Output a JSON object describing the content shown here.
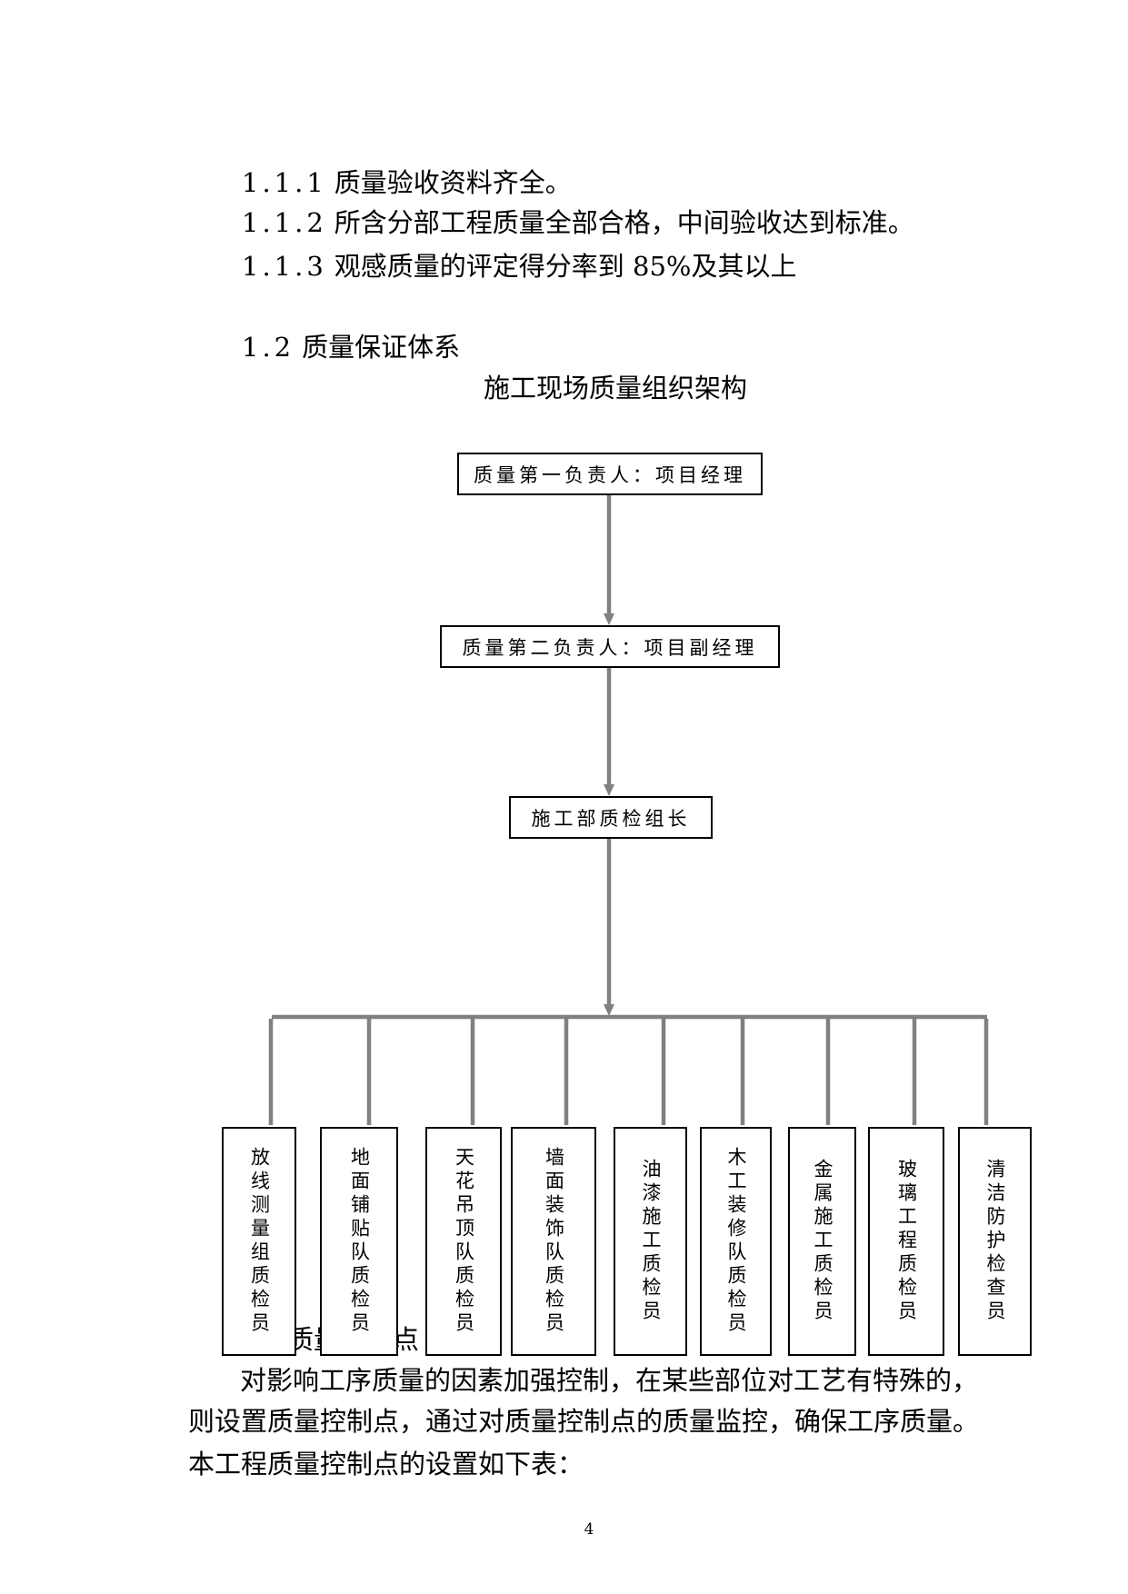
{
  "items": [
    {
      "num": "1.1.1",
      "text": "质量验收资料齐全。"
    },
    {
      "num": "1.1.2",
      "text": "所含分部工程质量全部合格，中间验收达到标准。"
    },
    {
      "num": "1.1.3",
      "text": "观感质量的评定得分率到 85%及其以上"
    }
  ],
  "section": {
    "num": "1.2",
    "title": "质量保证体系"
  },
  "org_chart": {
    "title": "施工现场质量组织架构",
    "level1": "质量第一负责人：项目经理",
    "level2": "质量第二负责人：项目副经理",
    "level3": "施工部质检组长",
    "inspectors": [
      "放线测量组质检员",
      "地面铺贴队质检员",
      "天花吊顶队质检员",
      "墙面装饰队质检员",
      "油漆施工质检员",
      "木工装修队质检员",
      "金属施工质检员",
      "玻璃工程质检员",
      "清洁防护检查员"
    ],
    "connector_color": "#808080"
  },
  "next_heading": "质量控制点",
  "paragraph": [
    "对影响工序质量的因素加强控制，在某些部位对工艺有特殊的，",
    "则设置质量控制点，通过对质量控制点的质量监控，确保工序质量。",
    "本工程质量控制点的设置如下表："
  ],
  "page_number": "4"
}
